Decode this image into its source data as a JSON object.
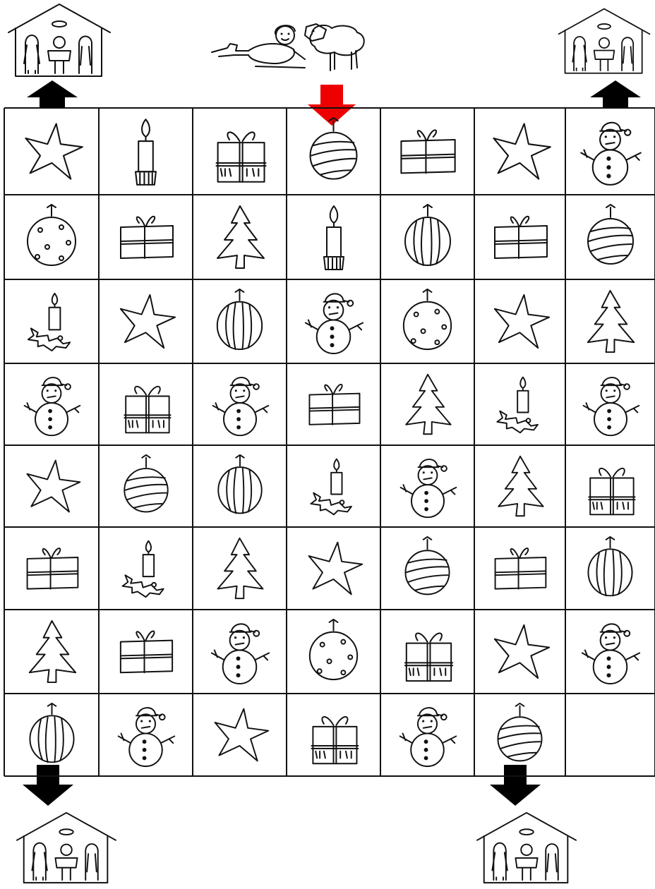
{
  "board": {
    "rows": [
      [
        "star",
        "candle",
        "gift-tall",
        "bauble-swirl",
        "gift-wide",
        "star",
        "snowman"
      ],
      [
        "bauble-dots",
        "gift-wide",
        "tree",
        "candle",
        "bauble-stripes",
        "gift-wide",
        "bauble-swirl"
      ],
      [
        "candle-holly",
        "star",
        "bauble-stripes",
        "snowman",
        "bauble-dots",
        "star",
        "tree"
      ],
      [
        "snowman",
        "gift-tall",
        "snowman",
        "gift-wide",
        "tree",
        "candle-holly",
        "snowman"
      ],
      [
        "star",
        "bauble-swirl",
        "bauble-stripes",
        "candle-holly",
        "snowman",
        "tree",
        "gift-tall"
      ],
      [
        "gift-wide",
        "candle-holly",
        "tree",
        "star",
        "bauble-swirl",
        "gift-wide",
        "bauble-stripes"
      ],
      [
        "tree",
        "gift-wide",
        "snowman",
        "bauble-dots",
        "gift-tall",
        "star",
        "snowman"
      ],
      [
        "bauble-stripes",
        "snowman",
        "star",
        "gift-tall",
        "snowman",
        "bauble-swirl",
        "empty"
      ]
    ]
  },
  "arrows": [
    {
      "name": "top-left-arrow",
      "direction": "up",
      "color": "#000000"
    },
    {
      "name": "start-arrow",
      "direction": "down",
      "color": "#ee0000"
    },
    {
      "name": "top-right-arrow",
      "direction": "up",
      "color": "#000000"
    },
    {
      "name": "bottom-left-arrow",
      "direction": "down",
      "color": "#000000"
    },
    {
      "name": "bottom-right-arrow",
      "direction": "down",
      "color": "#000000"
    }
  ],
  "decorations": [
    "nativity-stable-icon",
    "nativity-stable-icon",
    "shepherd-and-sheep-icon",
    "nativity-stable-icon",
    "nativity-stable-icon"
  ],
  "colors": {
    "line": "#111111",
    "accent": "#ee0000",
    "background": "#ffffff"
  }
}
